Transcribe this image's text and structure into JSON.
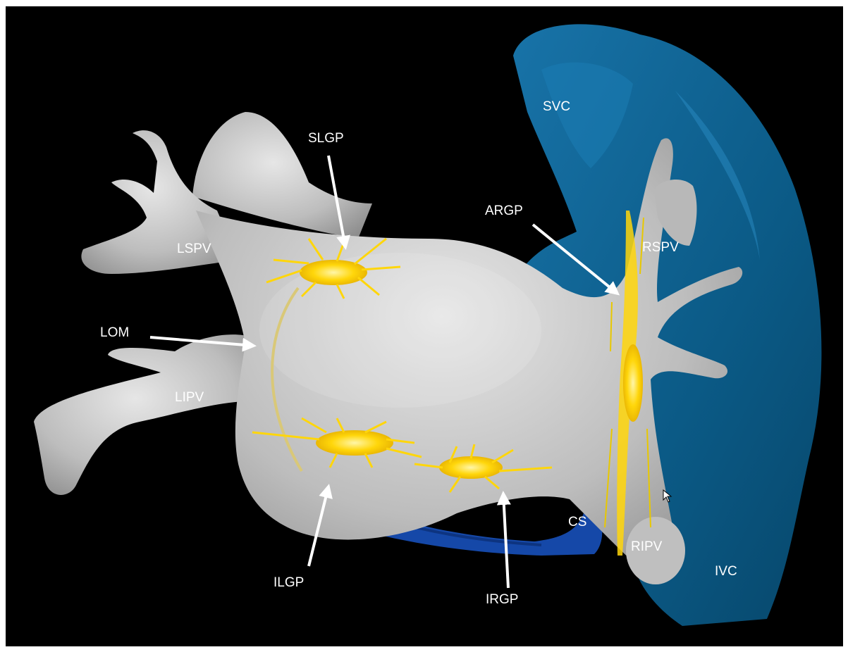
{
  "labels": {
    "svc": "SVC",
    "slgp": "SLGP",
    "argp": "ARGP",
    "lspv": "LSPV",
    "rspv": "RSPV",
    "lom": "LOM",
    "lipv": "LIPV",
    "cs": "CS",
    "ripv": "RIPV",
    "ivc": "IVC",
    "ilgp": "ILGP",
    "irgp": "IRGP"
  },
  "colors": {
    "background": "#000000",
    "atrium": "#c9c9c9",
    "venous": "#0a5e8c",
    "coronary_sinus": "#1548a8",
    "ganglia": "#ffd60a",
    "arrow": "#ffffff"
  }
}
